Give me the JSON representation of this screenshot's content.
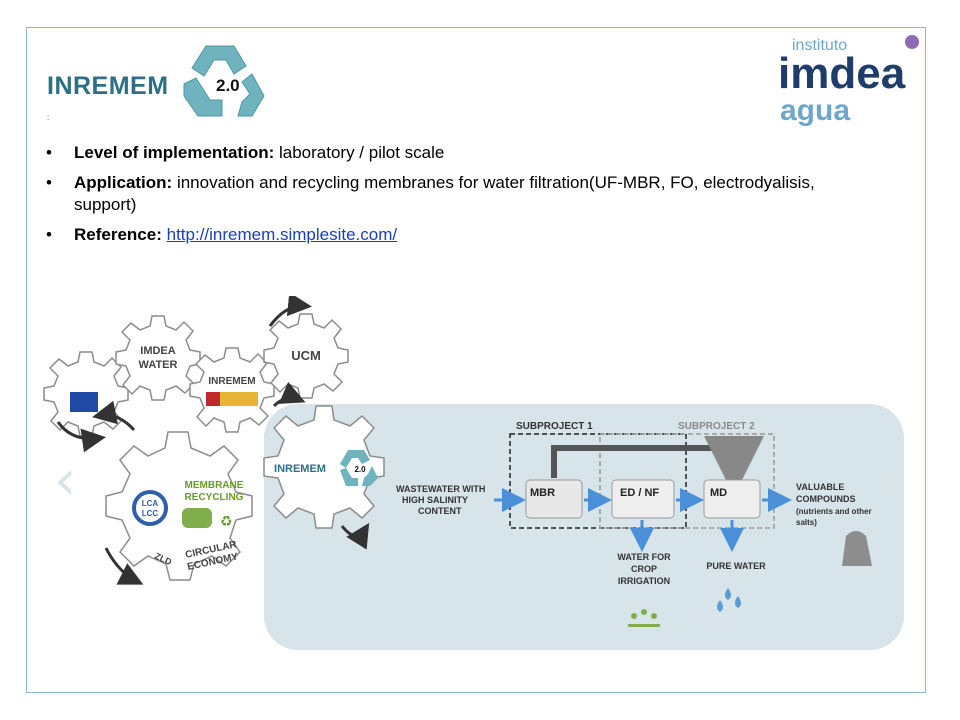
{
  "header": {
    "logo_name": "INREMEM",
    "logo_version": "2.0",
    "logo_mark": ":",
    "partner_logo": {
      "line1": "instituto",
      "line2": "imdea",
      "line3": "agua"
    }
  },
  "bullets": [
    {
      "label": "Level of implementation:",
      "text": "laboratory / pilot scale"
    },
    {
      "label": "Application:",
      "text": "innovation and recycling membranes  for water filtration(UF-MBR, FO, electrodyalisis, support)"
    },
    {
      "label": "Reference:",
      "link": "http://inremem.simplesite.com/"
    }
  ],
  "bullet_char": "•",
  "diagram": {
    "gears": {
      "transfo": "",
      "imdea_water": [
        "IMDEA",
        "WATER"
      ],
      "inremem_small": "INREMEM",
      "ucm": "UCM",
      "inremem_big": "INREMEM",
      "inremem_big_version": "2.0",
      "membrane": [
        "MEMBRANE",
        "RECYCLING"
      ],
      "lca": "LCA",
      "lcc": "LCC",
      "zld": "ZLD",
      "circular": [
        "CIRCULAR",
        "ECONOMY"
      ]
    },
    "process": {
      "subproject1": "SUBPROJECT 1",
      "subproject2": "SUBPROJECT 2",
      "input": [
        "WASTEWATER WITH",
        "HIGH SALINITY",
        "CONTENT"
      ],
      "mbr": "MBR",
      "ednf": "ED / NF",
      "md": "MD",
      "valuable": [
        "VALUABLE",
        "COMPOUNDS",
        "(nutrients and other",
        "salts)"
      ],
      "crop": [
        "WATER FOR",
        "CROP",
        "IRRIGATION"
      ],
      "pure": "PURE WATER"
    }
  },
  "nav": {
    "prev": "‹",
    "next": "›"
  },
  "colors": {
    "teal_logo": "#2f6f86",
    "imdea_navy": "#1f3d6b",
    "imdea_light": "#6fa7cc",
    "imdea_dot": "#8e6bb5",
    "process_bg": "#d7e4ea",
    "arrow_blue": "#4a90d9",
    "membrane_green": "#6a9a2a"
  }
}
